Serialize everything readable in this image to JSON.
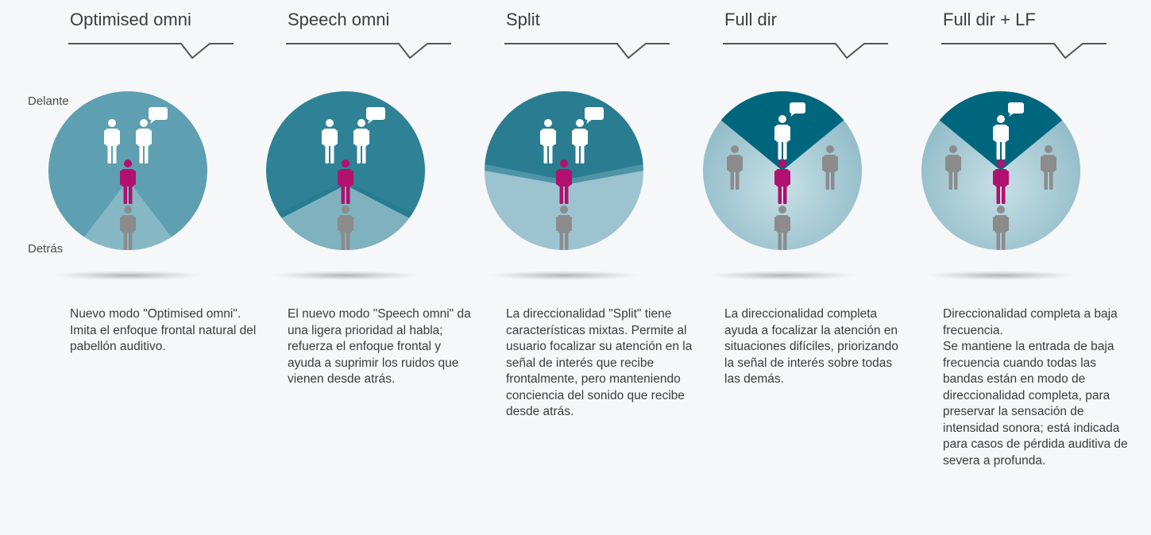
{
  "labels": {
    "front": "Delante",
    "back": "Detrás"
  },
  "colors": {
    "circle_base": "#5f9fb2",
    "circle_light": "#9cc3cf",
    "circle_dark": "#00667d",
    "active_person": "#b2106e",
    "front_people": "#ffffff",
    "inactive_person": "#8c8c8c"
  },
  "modes": [
    {
      "title": "Optimised omni",
      "description": "Nuevo modo \"Optimised omni\". Imita el enfoque frontal natural del pabellón auditivo."
    },
    {
      "title": "Speech omni",
      "description": "El nuevo modo \"Speech omni\" da una ligera prioridad al habla; refuerza el enfoque frontal y ayuda a suprimir los ruidos que vienen desde atrás."
    },
    {
      "title": "Split",
      "description": "La direccionalidad \"Split\" tiene características mixtas. Permite al usuario focalizar su atención en la señal de interés que recibe frontalmente, pero manteniendo conciencia del sonido que recibe desde atrás."
    },
    {
      "title": "Full dir",
      "description": "La direccionalidad completa ayuda a focalizar la atención en situaciones difíciles, priorizando la señal de interés sobre todas las demás."
    },
    {
      "title": "Full dir + LF",
      "description": "Direccionalidad completa a baja frecuencia.\nSe mantiene la entrada de baja frecuencia cuando todas las bandas están en modo de direccionalidad completa, para preservar la sensación de intensidad sonora; está indicada para casos de pérdida auditiva de severa a profunda."
    }
  ]
}
